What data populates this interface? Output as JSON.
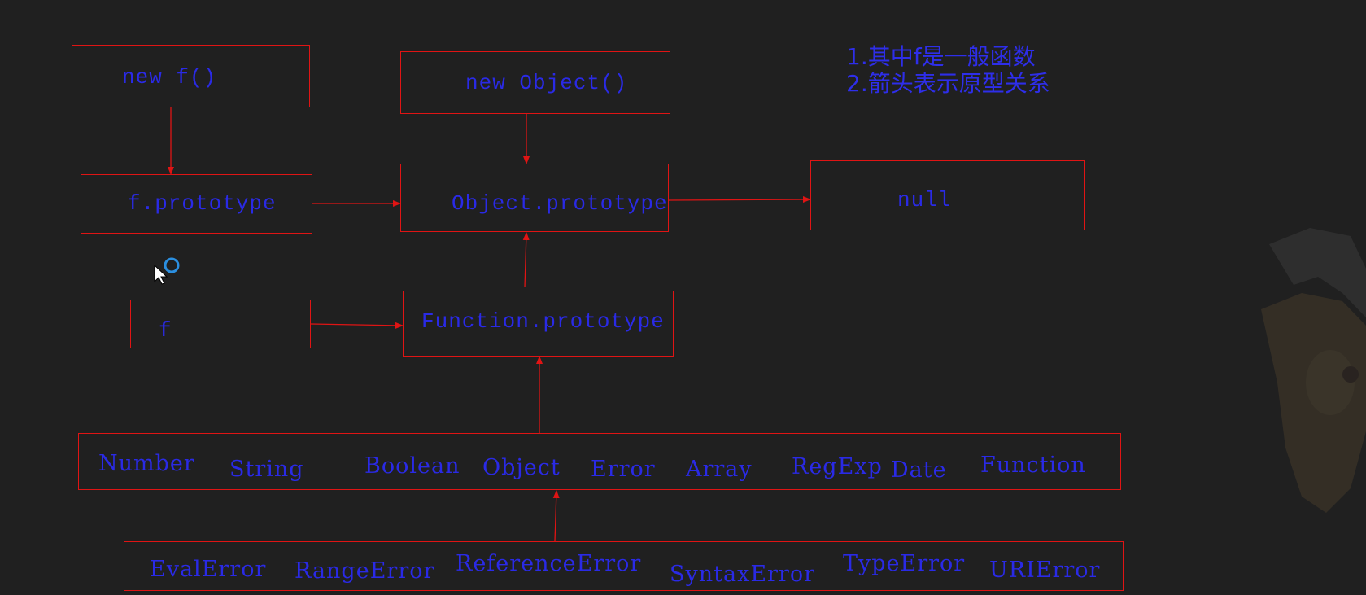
{
  "notes": {
    "line1": "1.其中f是一般函数",
    "line2": "2.箭头表示原型关系"
  },
  "nodes": {
    "new_f": "new f()",
    "new_object": "new Object()",
    "f_prototype": "f.prototype",
    "object_prototype": "Object.prototype",
    "null": "null",
    "f": "f",
    "function_prototype": "Function.prototype"
  },
  "constructors": [
    "Number",
    "String",
    "Boolean",
    "Object",
    "Error",
    "Array",
    "RegExp",
    "Date",
    "Function"
  ],
  "error_types": [
    "EvalError",
    "RangeError",
    "ReferenceError",
    "SyntaxError",
    "TypeError",
    "URIError"
  ],
  "colors": {
    "background": "#202020",
    "box_border": "#e01414",
    "arrow": "#e01414",
    "text": "#2a2ae6"
  },
  "icons": {
    "cursor": "mouse-pointer-busy-icon",
    "decoration": "anime-character-watermark"
  }
}
